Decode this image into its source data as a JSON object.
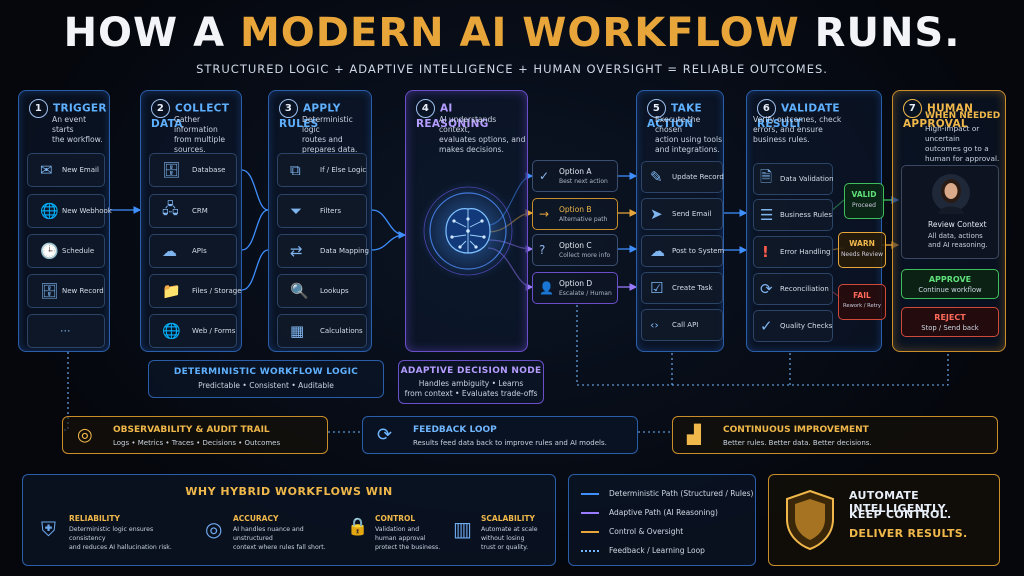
{
  "header": {
    "title_pre": "HOW A ",
    "title_accent": "MODERN AI WORKFLOW",
    "title_post": " RUNS.",
    "subtitle": "STRUCTURED LOGIC + ADAPTIVE INTELLIGENCE + HUMAN OVERSIGHT = RELIABLE OUTCOMES."
  },
  "colors": {
    "blue": "#2a5ea8",
    "purple": "#6a4fc9",
    "gold": "#c98d2a",
    "green": "#3fbf5a",
    "red": "#d04a3a"
  },
  "steps": [
    {
      "num": "1",
      "title": "TRIGGER",
      "desc": [
        "An event starts",
        "the workflow."
      ],
      "items": [
        {
          "icon": "mail-icon",
          "glyph": "✉",
          "label": "New Email"
        },
        {
          "icon": "globe-icon",
          "glyph": "🌐",
          "label": "New Webhook"
        },
        {
          "icon": "clock-icon",
          "glyph": "🕒",
          "label": "Schedule"
        },
        {
          "icon": "database-icon",
          "glyph": "🗄",
          "label": "New Record"
        },
        {
          "icon": "more-icon",
          "glyph": "···",
          "label": ""
        }
      ]
    },
    {
      "num": "2",
      "title": "COLLECT DATA",
      "desc": [
        "Gather information",
        "from multiple sources."
      ],
      "items": [
        {
          "icon": "database-icon",
          "glyph": "🗄",
          "label": "Database"
        },
        {
          "icon": "crm-icon",
          "glyph": "🖧",
          "label": "CRM"
        },
        {
          "icon": "cloud-icon",
          "glyph": "☁",
          "label": "APIs"
        },
        {
          "icon": "folder-icon",
          "glyph": "📁",
          "label": "Files / Storage"
        },
        {
          "icon": "web-icon",
          "glyph": "🌐",
          "label": "Web / Forms"
        }
      ]
    },
    {
      "num": "3",
      "title": "APPLY RULES",
      "desc": [
        "Deterministic logic",
        "routes and prepares data."
      ],
      "items": [
        {
          "icon": "flow-icon",
          "glyph": "⧉",
          "label": "If / Else Logic"
        },
        {
          "icon": "filter-icon",
          "glyph": "⏷",
          "label": "Filters"
        },
        {
          "icon": "swap-icon",
          "glyph": "⇄",
          "label": "Data Mapping"
        },
        {
          "icon": "magnifier-icon",
          "glyph": "🔍",
          "label": "Lookups"
        },
        {
          "icon": "calculator-icon",
          "glyph": "▦",
          "label": "Calculations"
        }
      ]
    },
    {
      "num": "4",
      "title": "AI REASONING",
      "desc": [
        "AI understands context,",
        "evaluates options, and",
        "makes decisions."
      ]
    },
    {
      "num": "5",
      "title": "TAKE ACTION",
      "desc": [
        "Execute the chosen",
        "action using tools",
        "and integrations."
      ],
      "items": [
        {
          "icon": "edit-icon",
          "glyph": "✎",
          "label": "Update Record"
        },
        {
          "icon": "send-icon",
          "glyph": "➤",
          "label": "Send Email"
        },
        {
          "icon": "cloud-upload-icon",
          "glyph": "☁",
          "label": "Post to System"
        },
        {
          "icon": "check-square-icon",
          "glyph": "☑",
          "label": "Create Task"
        },
        {
          "icon": "code-icon",
          "glyph": "‹›",
          "label": "Call API"
        }
      ]
    },
    {
      "num": "6",
      "title": "VALIDATE RESULT",
      "desc": [
        "Verify outcomes, check",
        "errors, and ensure",
        "business rules."
      ],
      "items": [
        {
          "icon": "document-check-icon",
          "glyph": "🗎",
          "label": "Data Validation"
        },
        {
          "icon": "list-icon",
          "glyph": "☰",
          "label": "Business Rules"
        },
        {
          "icon": "alert-icon",
          "glyph": "!",
          "label": "Error Handling"
        },
        {
          "icon": "refresh-icon",
          "glyph": "⟳",
          "label": "Reconciliation"
        },
        {
          "icon": "check-circle-icon",
          "glyph": "✓",
          "label": "Quality Checks"
        }
      ]
    },
    {
      "num": "7",
      "title": "HUMAN APPROVAL",
      "title2": "WHEN NEEDED",
      "desc": [
        "High-impact or uncertain",
        "outcomes go to a",
        "human for approval."
      ]
    }
  ],
  "options": [
    {
      "icon": "check-circle-icon",
      "glyph": "✓",
      "title": "Option A",
      "sub": "Best next action"
    },
    {
      "icon": "arrow-right-icon",
      "glyph": "→",
      "title": "Option B",
      "sub": "Alternative path"
    },
    {
      "icon": "question-icon",
      "glyph": "?",
      "title": "Option C",
      "sub": "Collect more info"
    },
    {
      "icon": "user-icon",
      "glyph": "👤",
      "title": "Option D",
      "sub": "Escalate / Human"
    }
  ],
  "statuses": [
    {
      "title": "VALID",
      "sub": "Proceed"
    },
    {
      "title": "WARN",
      "sub": "Needs Review"
    },
    {
      "title": "FAIL",
      "sub": "Rework / Retry"
    }
  ],
  "human": {
    "review_title": "Review Context",
    "review_desc": [
      "All data, actions",
      "and AI reasoning."
    ],
    "approve_title": "APPROVE",
    "approve_sub": "Continue workflow",
    "reject_title": "REJECT",
    "reject_sub": "Stop / Send back"
  },
  "deterministic": {
    "title": "DETERMINISTIC WORKFLOW LOGIC",
    "sub": "Predictable  •  Consistent  •  Auditable"
  },
  "adaptive": {
    "title": "ADAPTIVE DECISION NODE",
    "sub1": "Handles ambiguity • Learns",
    "sub2": "from context • Evaluates trade-offs"
  },
  "observability": {
    "title": "OBSERVABILITY & AUDIT TRAIL",
    "sub": "Logs • Metrics • Traces • Decisions • Outcomes",
    "icon": "target-icon"
  },
  "feedback": {
    "title": "FEEDBACK LOOP",
    "sub": "Results feed data back to improve rules and AI models.",
    "icon": "sync-icon"
  },
  "improvement": {
    "title": "CONTINUOUS IMPROVEMENT",
    "sub": "Better rules. Better data. Better decisions.",
    "icon": "growth-chart-icon"
  },
  "why": {
    "title": "WHY HYBRID WORKFLOWS WIN",
    "items": [
      {
        "icon": "shield-check-icon",
        "glyph": "⛨",
        "title": "RELIABILITY",
        "desc": [
          "Deterministic logic ensures consistency",
          "and reduces AI hallucination risk."
        ]
      },
      {
        "icon": "target-icon",
        "glyph": "◎",
        "title": "ACCURACY",
        "desc": [
          "AI handles nuance and unstructured",
          "context where rules fall short."
        ]
      },
      {
        "icon": "lock-icon",
        "glyph": "🔒",
        "title": "CONTROL",
        "desc": [
          "Validation and",
          "human approval",
          "protect the business."
        ]
      },
      {
        "icon": "bar-chart-icon",
        "glyph": "▥",
        "title": "SCALABILITY",
        "desc": [
          "Automate at scale",
          "without losing",
          "trust or quality."
        ]
      }
    ]
  },
  "legend": [
    {
      "label": "Deterministic Path (Structured / Rules)",
      "color": "#3f8fff",
      "style": "solid"
    },
    {
      "label": "Adaptive Path (AI Reasoning)",
      "color": "#9a7bff",
      "style": "solid"
    },
    {
      "label": "Control & Oversight",
      "color": "#e8a63a",
      "style": "solid"
    },
    {
      "label": "Feedback / Learning Loop",
      "color": "#6fb6ff",
      "style": "dotted"
    }
  ],
  "cta": {
    "line1": "AUTOMATE INTELLIGENTLY.",
    "line2": "KEEP CONTROL.",
    "line3": "DELIVER RESULTS.",
    "icon": "shield-check-icon"
  }
}
